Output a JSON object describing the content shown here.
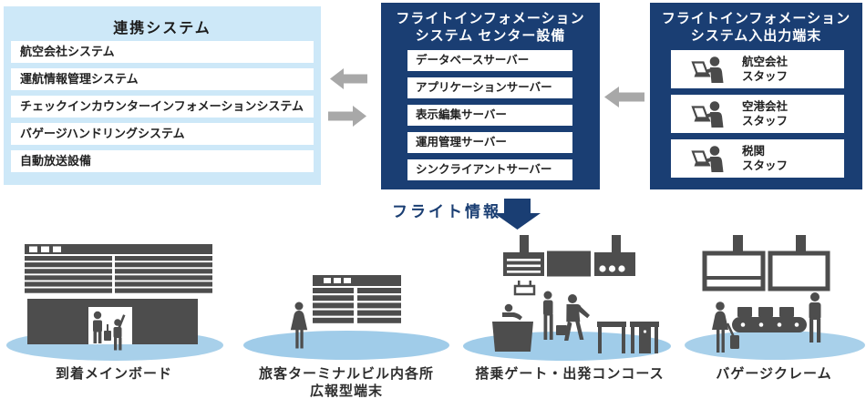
{
  "linked_systems": {
    "title": "連携システム",
    "items": [
      "航空会社システム",
      "運航情報管理システム",
      "チェックインカウンターインフォメーションシステム",
      "バゲージハンドリングシステム",
      "自動放送設備"
    ]
  },
  "center_equipment": {
    "title_line1": "フライトインフォメーション",
    "title_line2": "システム センター設備",
    "items": [
      "データベースサーバー",
      "アプリケーションサーバー",
      "表示編集サーバー",
      "運用管理サーバー",
      "シンクライアントサーバー"
    ]
  },
  "io_terminals": {
    "title_line1": "フライトインフォメーション",
    "title_line2": "システム入出力端末",
    "staff": [
      {
        "line1": "航空会社",
        "line2": "スタッフ"
      },
      {
        "line1": "空港会社",
        "line2": "スタッフ"
      },
      {
        "line1": "税関",
        "line2": "スタッフ"
      }
    ],
    "row_icon": "person-at-laptop"
  },
  "flow": {
    "flight_info_label": "フライト情報",
    "arrows": [
      "left-arrow",
      "right-arrow",
      "left-arrow",
      "down-arrow"
    ]
  },
  "scenes": [
    {
      "label": "到着メインボード",
      "icon": "arrival-main-board"
    },
    {
      "label_line1": "旅客ターミナルビル内各所",
      "label_line2": "広報型端末",
      "icon": "terminal-display-board"
    },
    {
      "label": "搭乗ゲート・出発コンコース",
      "icon": "boarding-gate-concourse"
    },
    {
      "label": "バゲージクレーム",
      "icon": "baggage-claim-carousel"
    }
  ],
  "colors": {
    "navy": "#1a3e73",
    "panel_light_blue": "#cde8f8",
    "arrow_gray": "#a8a8a8",
    "illustration_gray": "#4d4d4d",
    "shadow_blue": "#a6cee9"
  }
}
